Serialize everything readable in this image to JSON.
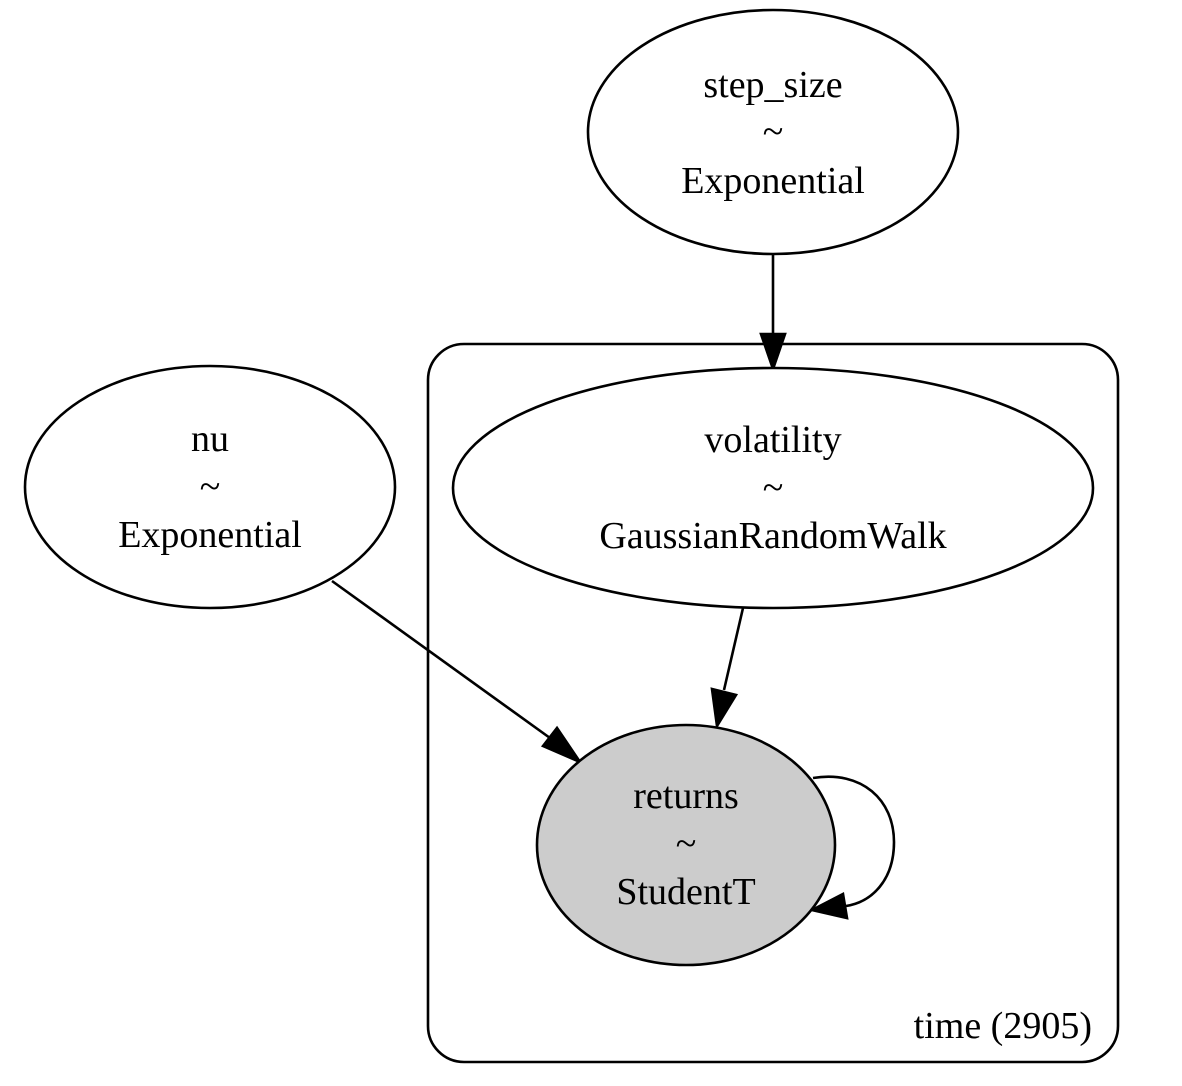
{
  "diagram": {
    "nodes": {
      "step_size": {
        "name": "step_size",
        "tilde": "~",
        "distribution": "Exponential",
        "observed": false
      },
      "nu": {
        "name": "nu",
        "tilde": "~",
        "distribution": "Exponential",
        "observed": false
      },
      "volatility": {
        "name": "volatility",
        "tilde": "~",
        "distribution": "GaussianRandomWalk",
        "observed": false
      },
      "returns": {
        "name": "returns",
        "tilde": "~",
        "distribution": "StudentT",
        "observed": true
      }
    },
    "plate": {
      "label": "time (2905)"
    },
    "edges": [
      {
        "from": "step_size",
        "to": "volatility"
      },
      {
        "from": "volatility",
        "to": "returns"
      },
      {
        "from": "nu",
        "to": "returns"
      },
      {
        "from": "returns",
        "to": "returns"
      }
    ],
    "colors": {
      "observed_fill": "#cccccc",
      "latent_fill": "#ffffff",
      "stroke": "#000000"
    }
  }
}
